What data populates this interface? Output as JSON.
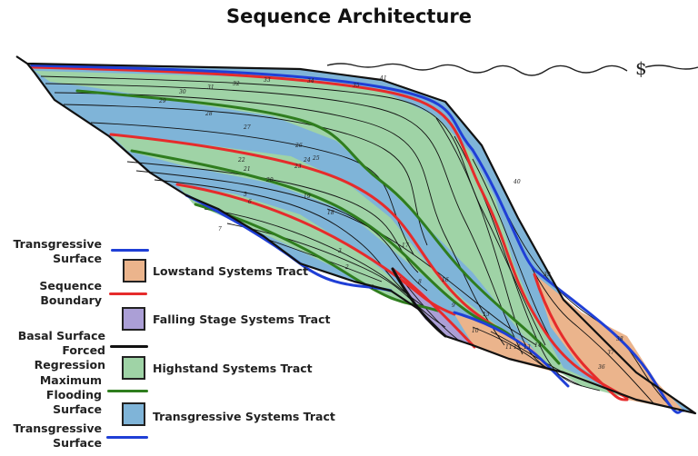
{
  "title": "Sequence Architecture",
  "sea_level_symbol": "$",
  "colors": {
    "lowstand": "#ebb48c",
    "falling_stage": "#ab9fd6",
    "highstand": "#9fd3a6",
    "transgressive": "#7fb4d8",
    "transgressive_surface": "#1f3fd6",
    "sequence_boundary": "#e62b2b",
    "basal_surface": "#111111",
    "max_flooding": "#2f7d1e"
  },
  "legend": {
    "surfaces": [
      {
        "label": "Transgressive Surface",
        "line1": "Transgressive",
        "line2": "Surface",
        "type": "transgressive_surface"
      },
      {
        "label": "Sequence Boundary",
        "line1": "Sequence",
        "line2": "Boundary",
        "type": "sequence_boundary"
      },
      {
        "label": "Basal Surface Forced Regression",
        "line1": "Basal Surface",
        "line2": "Forced Regression",
        "type": "basal_surface"
      },
      {
        "label": "Maximum Flooding Surface",
        "line1": "Maximum",
        "line2": "Flooding Surface",
        "type": "max_flooding"
      },
      {
        "label": "Transgressive Surface",
        "line1": "Transgressive",
        "line2": "Surface",
        "type": "transgressive_surface"
      }
    ],
    "tracts": [
      {
        "label": "Lowstand Systems Tract",
        "type": "lowstand"
      },
      {
        "label": "Falling Stage Systems Tract",
        "type": "falling_stage"
      },
      {
        "label": "Highstand Systems Tract",
        "type": "highstand"
      },
      {
        "label": "Transgressive Systems Tract",
        "type": "transgressive"
      }
    ]
  },
  "bed_labels": [
    "1",
    "2",
    "3",
    "5",
    "6",
    "7",
    "8",
    "9",
    "10",
    "11",
    "12",
    "13",
    "14",
    "15",
    "16",
    "17",
    "18",
    "19",
    "20",
    "21",
    "22",
    "23",
    "24",
    "25",
    "26",
    "27",
    "28",
    "29",
    "30",
    "31",
    "32",
    "33",
    "34",
    "35",
    "36",
    "37",
    "38",
    "39",
    "40",
    "41"
  ]
}
